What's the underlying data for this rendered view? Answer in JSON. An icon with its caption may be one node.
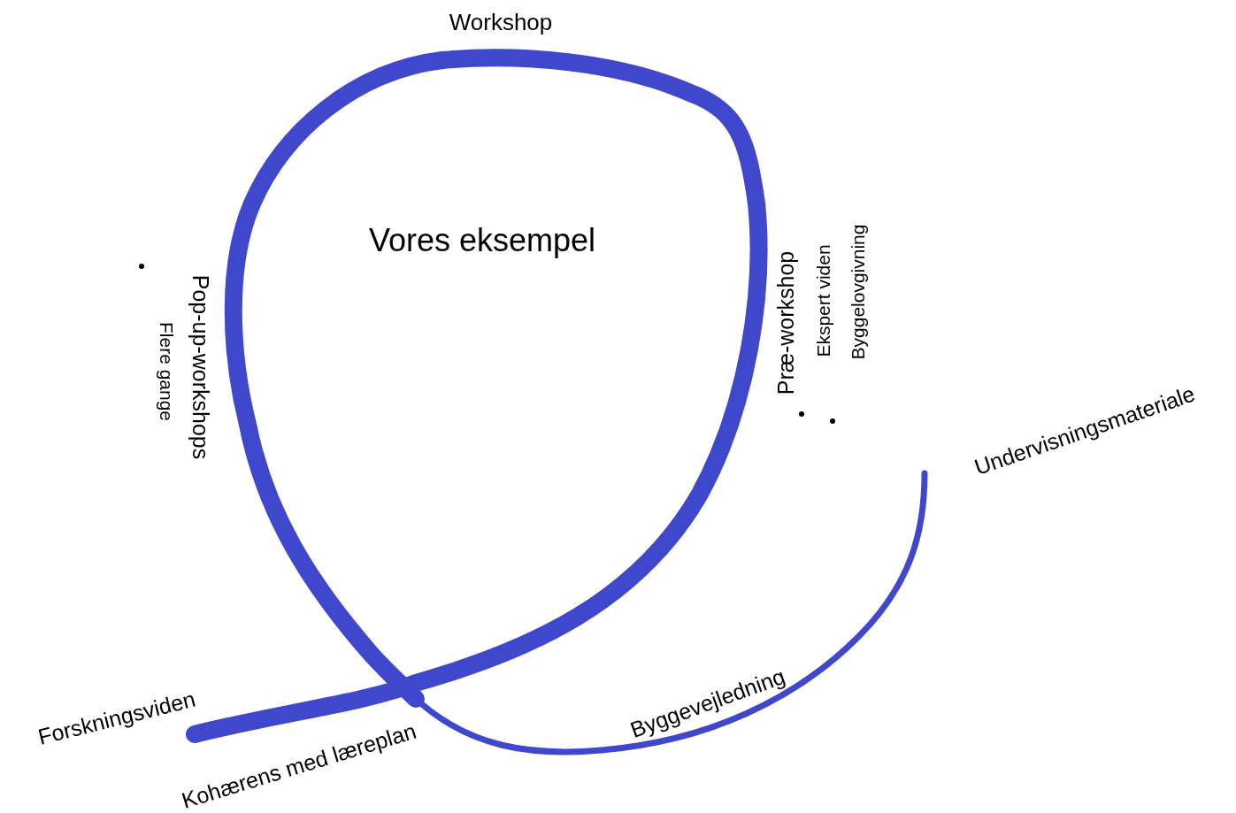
{
  "diagram": {
    "labels": [
      "Workshop",
      "Vores eksempel",
      "Pop-up-workshops",
      "Flere gange",
      "Præ-workshop",
      "Ekspert viden",
      "Byggelovgivning",
      "Undervisningsmateriale",
      "Forskningsviden",
      "Byggevejledning",
      "Kohærens med læreplan"
    ]
  }
}
